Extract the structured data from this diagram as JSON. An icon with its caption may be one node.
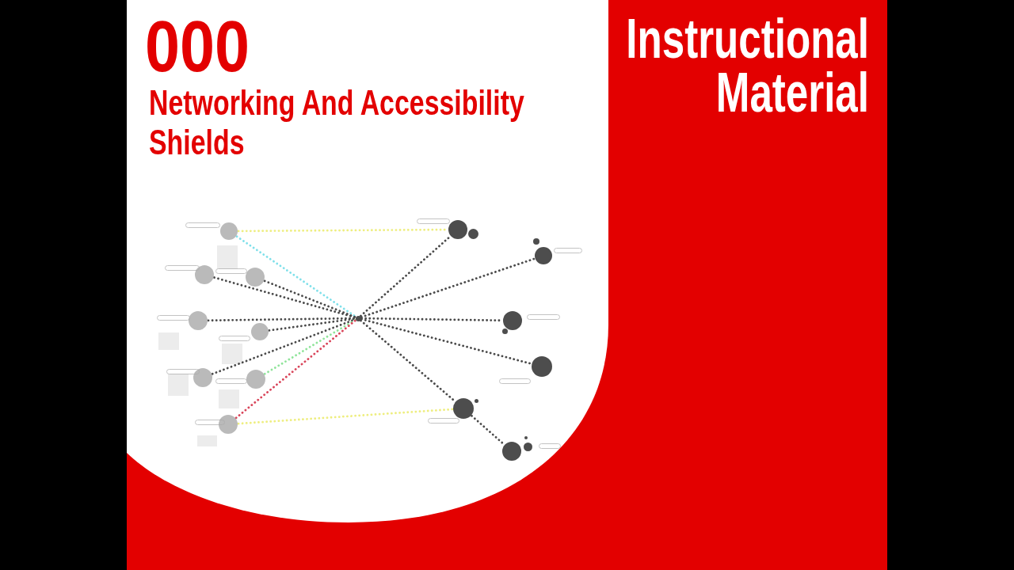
{
  "diagram": {
    "title": "Networking And Accessibility Shields",
    "nodes": [
      {
        "text": [],
        "shape": "circle"
      },
      {
        "text": [],
        "shape": "circle"
      },
      {
        "text": [],
        "shape": "circle"
      },
      {
        "text": [],
        "shape": "circle"
      },
      {
        "text": [],
        "shape": "circle"
      },
      {
        "text": [],
        "shape": "circle"
      },
      {
        "text": [],
        "shape": "circle"
      },
      {
        "text": [],
        "shape": "circle"
      },
      {
        "text": [],
        "shape": "circle"
      },
      {
        "text": [],
        "shape": "circle"
      },
      {
        "text": [],
        "shape": "circle"
      },
      {
        "text": [],
        "shape": "circle"
      },
      {
        "text": [],
        "shape": "circle"
      },
      {
        "text": [],
        "shape": "circle"
      },
      {
        "text": [],
        "shape": "circle"
      }
    ],
    "edges": [
      {
        "from": 0,
        "to": 9,
        "arrow": "none",
        "color": "#eeee80"
      },
      {
        "from": 0,
        "to": 8,
        "arrow": "none",
        "color": "#7fe0ea"
      },
      {
        "from": 1,
        "to": 8,
        "arrow": "none"
      },
      {
        "from": 2,
        "to": 8,
        "arrow": "none"
      },
      {
        "from": 3,
        "to": 8,
        "arrow": "none"
      },
      {
        "from": 4,
        "to": 8,
        "arrow": "none"
      },
      {
        "from": 5,
        "to": 8,
        "arrow": "none"
      },
      {
        "from": 6,
        "to": 8,
        "arrow": "none",
        "color": "#8fe49a"
      },
      {
        "from": 7,
        "to": 8,
        "arrow": "none",
        "color": "#d9455a"
      },
      {
        "from": 7,
        "to": 13,
        "arrow": "none",
        "color": "#eeee80"
      },
      {
        "from": 8,
        "to": 9,
        "arrow": "none"
      },
      {
        "from": 8,
        "to": 10,
        "arrow": "none"
      },
      {
        "from": 8,
        "to": 11,
        "arrow": "none"
      },
      {
        "from": 8,
        "to": 12,
        "arrow": "none"
      },
      {
        "from": 8,
        "to": 13,
        "arrow": "none"
      },
      {
        "from": 13,
        "to": 14,
        "arrow": "none"
      }
    ],
    "labels": [
      "000",
      "Instructional Material"
    ]
  }
}
